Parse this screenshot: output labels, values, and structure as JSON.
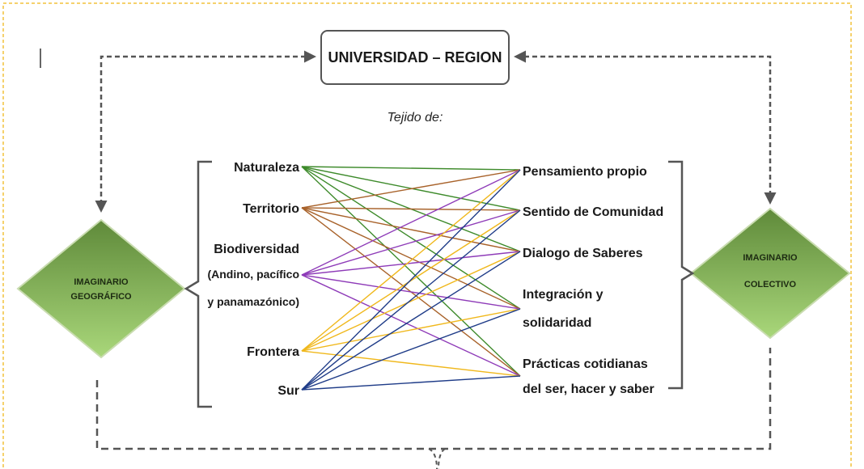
{
  "title": "UNIVERSIDAD – REGION",
  "subtitle": "Tejido de:",
  "left_diamond": [
    "IMAGINARIO",
    "GEOGRÁFICO"
  ],
  "right_diamond": [
    "IMAGINARIO",
    "COLECTIVO"
  ],
  "left_items": [
    {
      "id": "naturaleza",
      "lines": [
        "Naturaleza"
      ]
    },
    {
      "id": "territorio",
      "lines": [
        "Territorio"
      ]
    },
    {
      "id": "biodiversidad",
      "lines": [
        "Biodiversidad",
        "(Andino, pacífico",
        "y panamazónico)"
      ]
    },
    {
      "id": "frontera",
      "lines": [
        "Frontera"
      ]
    },
    {
      "id": "sur",
      "lines": [
        "Sur"
      ]
    }
  ],
  "right_items": [
    {
      "id": "pensamiento",
      "lines": [
        "Pensamiento propio"
      ]
    },
    {
      "id": "comunidad",
      "lines": [
        "Sentido de Comunidad"
      ]
    },
    {
      "id": "dialogo",
      "lines": [
        "Dialogo de Saberes"
      ]
    },
    {
      "id": "integracion",
      "lines": [
        "Integración y",
        "solidaridad"
      ]
    },
    {
      "id": "practicas",
      "lines": [
        "Prácticas cotidianas",
        "del ser, hacer y saber"
      ]
    }
  ],
  "connection_colors": {
    "naturaleza": "#3d8a2a",
    "territorio": "#a8622a",
    "biodiversidad": "#8e3bb8",
    "frontera": "#f0b81c",
    "sur": "#1f3c88"
  },
  "colors": {
    "diamond_fill_top": "#5f8a3a",
    "diamond_fill_bottom": "#a9d77a",
    "frame_border": "#f2c23c",
    "dashed_arrow": "#555555"
  }
}
